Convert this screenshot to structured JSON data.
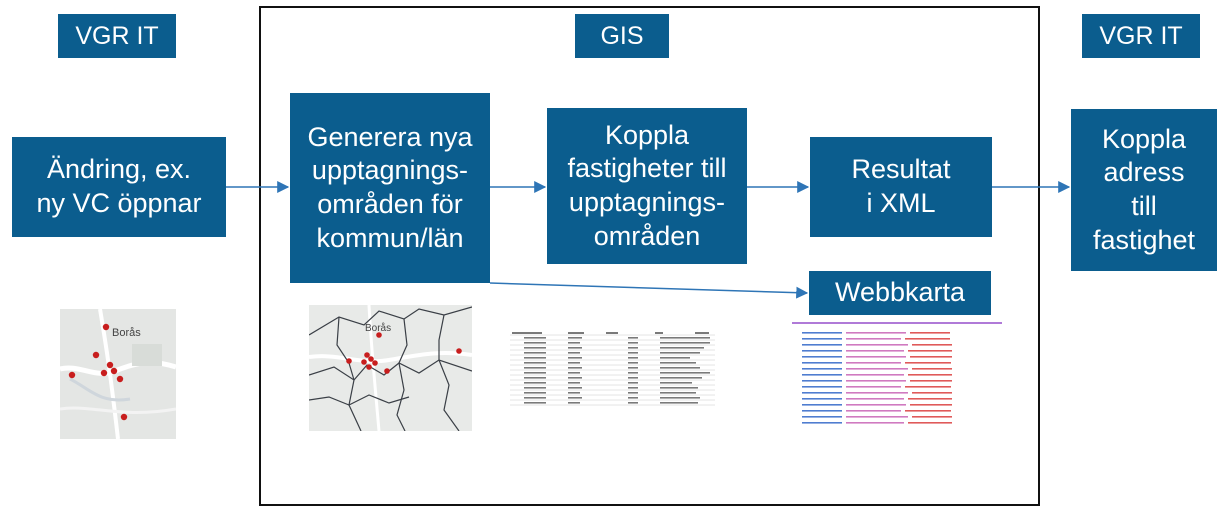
{
  "headers": {
    "left": "VGR IT",
    "center": "GIS",
    "right": "VGR IT"
  },
  "boxes": {
    "change": "Ändring, ex.\nny VC öppnar",
    "generate": "Generera nya\nupptagnings-\nområden för\nkommun/län",
    "link_properties": "Koppla\nfastigheter till\nupptagnings-\nområden",
    "result": "Resultat\ni XML",
    "webmap": "Webbkarta",
    "link_address": "Koppla\nadress\ntill\nfastighet"
  },
  "thumbnails": {
    "map_small_label": "Borås",
    "map_large_label": "Borås"
  },
  "colors": {
    "box_fill": "#0b5d8e",
    "arrow": "#2e75b6",
    "frame": "#111111"
  }
}
